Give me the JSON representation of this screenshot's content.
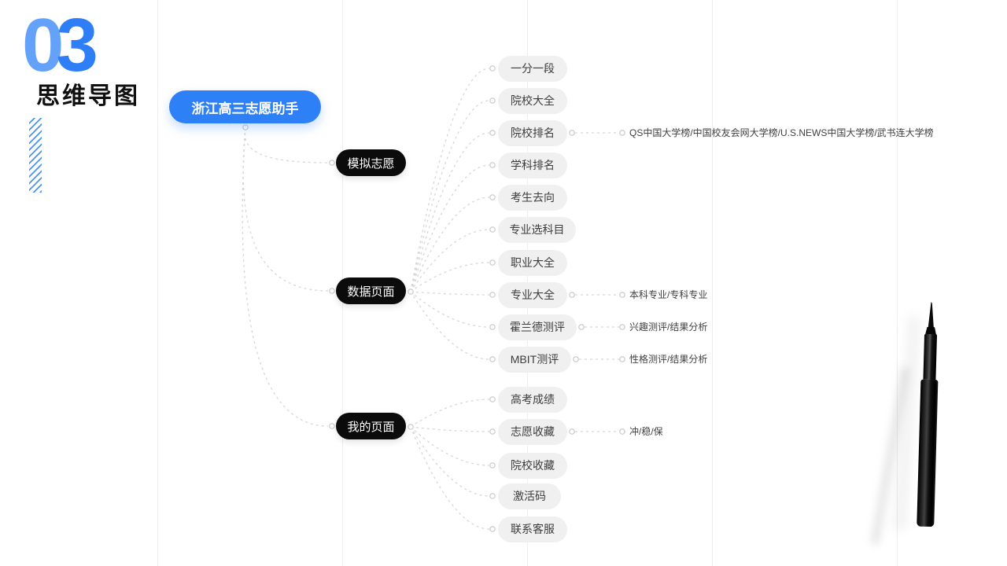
{
  "slide": {
    "section_number": "03",
    "digits": [
      "0",
      "3"
    ],
    "section_title": "思维导图"
  },
  "mindmap": {
    "root": {
      "label": "浙江高三志愿助手"
    },
    "branches": [
      {
        "label": "模拟志愿",
        "children": []
      },
      {
        "label": "数据页面",
        "children": [
          {
            "label": "一分一段"
          },
          {
            "label": "院校大全"
          },
          {
            "label": "院校排名",
            "note": "QS中国大学榜/中国校友会网大学榜/U.S.NEWS中国大学榜/武书连大学榜"
          },
          {
            "label": "学科排名"
          },
          {
            "label": "考生去向"
          },
          {
            "label": "专业选科目"
          },
          {
            "label": "职业大全"
          },
          {
            "label": "专业大全",
            "note": "本科专业/专科专业"
          },
          {
            "label": "霍兰德测评",
            "note": "兴趣测评/结果分析"
          },
          {
            "label": "MBIT测评",
            "note": "性格测评/结果分析"
          }
        ]
      },
      {
        "label": "我的页面",
        "children": [
          {
            "label": "高考成绩"
          },
          {
            "label": "志愿收藏",
            "note": "冲/稳/保"
          },
          {
            "label": "院校收藏"
          },
          {
            "label": "激活码"
          },
          {
            "label": "联系客服"
          }
        ]
      }
    ]
  },
  "colors": {
    "accent_blue": "#2e80f7",
    "number_light_blue": "#64a1f8",
    "branch_black": "#0b0b0b",
    "leaf_gray": "#f0f0f1",
    "connector_gray": "#d7d7d7"
  }
}
